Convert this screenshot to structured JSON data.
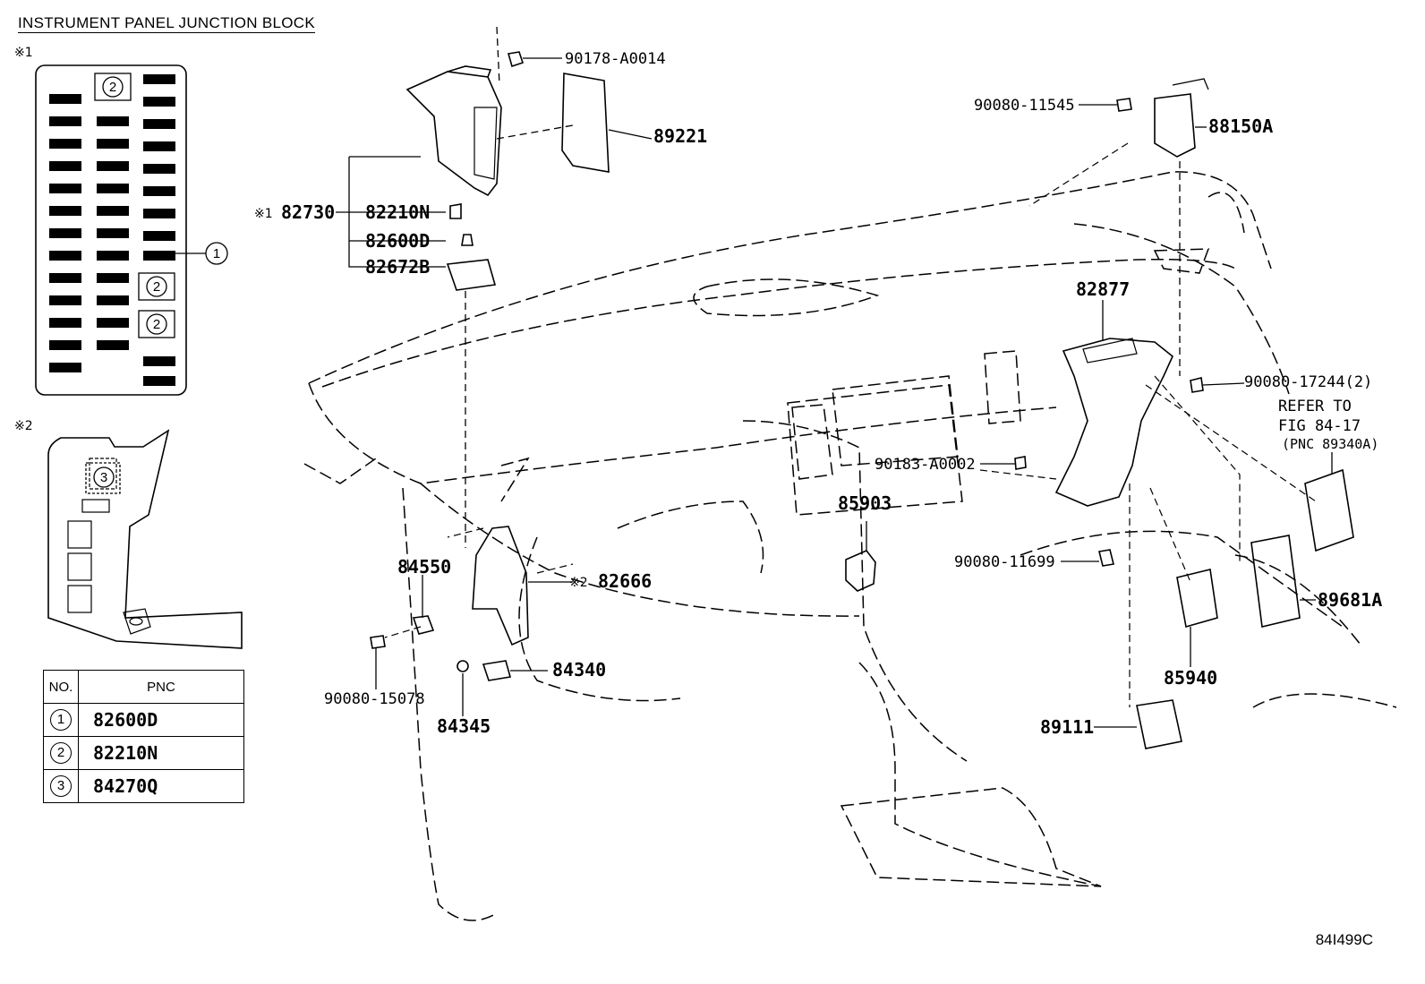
{
  "header": {
    "title": "INSTRUMENT PANEL JUNCTION BLOCK"
  },
  "notes": {
    "mark1": "※1",
    "mark2": "※2"
  },
  "table": {
    "col_no": "NO.",
    "col_pnc": "PNC",
    "rows": [
      {
        "no": "1",
        "pnc": "82600D"
      },
      {
        "no": "2",
        "pnc": "82210N"
      },
      {
        "no": "3",
        "pnc": "84270Q"
      }
    ]
  },
  "callouts": {
    "c1": "1",
    "c2": "2",
    "c3": "3"
  },
  "parts": {
    "p90178": "90178-A0014",
    "p89221": "89221",
    "p82730": "82730",
    "p82210N": "82210N",
    "p82600D": "82600D",
    "p82672B": "82672B",
    "p90080_11545": "90080-11545",
    "p88150A": "88150A",
    "p82877": "82877",
    "p90080_17244": "90080-17244(2)",
    "refer1": "REFER TO",
    "refer2": "FIG 84-17",
    "refer3": "(PNC 89340A)",
    "p90183": "90183-A0002",
    "p85903": "85903",
    "p90080_11699": "90080-11699",
    "p89681A": "89681A",
    "p85940": "85940",
    "p89111": "89111",
    "p84550": "84550",
    "p82666": "82666",
    "p90080_15078": "90080-15078",
    "p84340": "84340",
    "p84345": "84345"
  },
  "figure_code": "84I499C"
}
